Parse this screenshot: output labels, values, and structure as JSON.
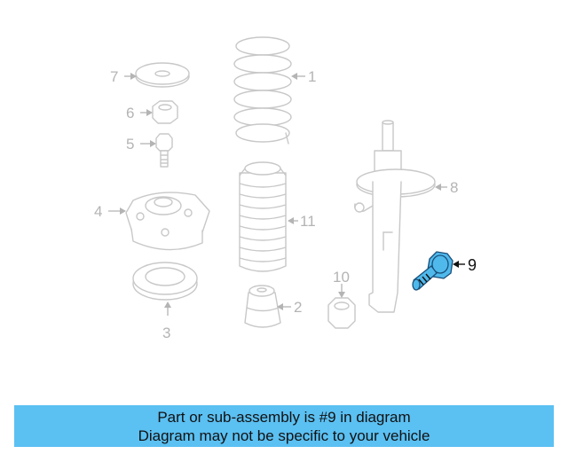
{
  "diagram": {
    "callouts": [
      {
        "id": "1",
        "label": "1",
        "highlighted": false
      },
      {
        "id": "2",
        "label": "2",
        "highlighted": false
      },
      {
        "id": "3",
        "label": "3",
        "highlighted": false
      },
      {
        "id": "4",
        "label": "4",
        "highlighted": false
      },
      {
        "id": "5",
        "label": "5",
        "highlighted": false
      },
      {
        "id": "6",
        "label": "6",
        "highlighted": false
      },
      {
        "id": "7",
        "label": "7",
        "highlighted": false
      },
      {
        "id": "8",
        "label": "8",
        "highlighted": false
      },
      {
        "id": "9",
        "label": "9",
        "highlighted": true
      },
      {
        "id": "10",
        "label": "10",
        "highlighted": false
      },
      {
        "id": "11",
        "label": "11",
        "highlighted": false
      }
    ],
    "highlight_color": "#4fb9ec"
  },
  "banner": {
    "line1": "Part or sub-assembly is #9 in diagram",
    "line2": "Diagram may not be specific to your vehicle",
    "background": "#5bc0f2"
  }
}
